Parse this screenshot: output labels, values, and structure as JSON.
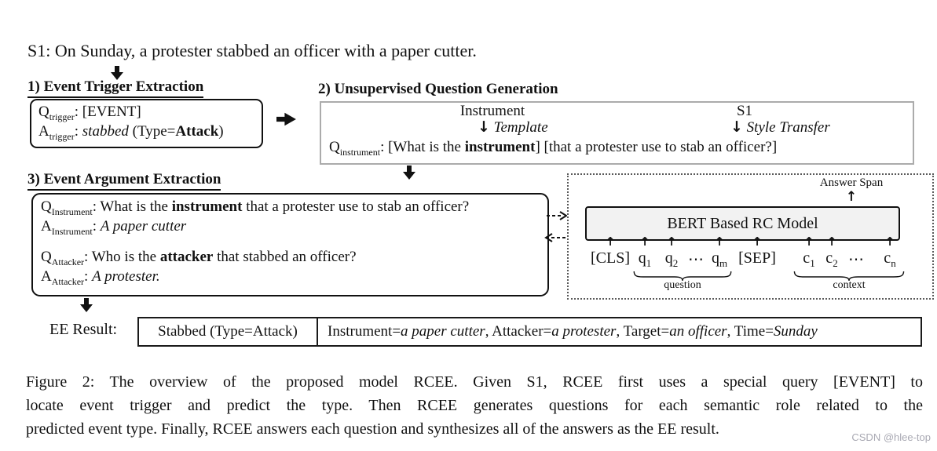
{
  "sentence": "S1: On Sunday, a protester stabbed an officer with a paper cutter.",
  "step1": {
    "heading": "1) Event Trigger Extraction",
    "q_base": "Q",
    "q_sub": "trigger",
    "q_text": ": [EVENT]",
    "a_base": "A",
    "a_sub": "trigger",
    "a_colon": ": ",
    "a_italic": "stabbed",
    "a_mid": " (Type=",
    "a_bold": "Attack",
    "a_end": ")"
  },
  "step2": {
    "heading": "2) Unsupervised Question Generation",
    "instrument_label": "Instrument",
    "template_arrow": "↓",
    "template_label": "Template",
    "s1_label": "S1",
    "style_arrow": "↓",
    "style_label": "Style Transfer",
    "q_base": "Q",
    "q_sub": "instrument",
    "q_colon": ": ",
    "q_open": "[What is the ",
    "q_bold": "instrument",
    "q_close": "]",
    "q_tail": " [that a protester use to stab an officer?]"
  },
  "step3": {
    "heading": "3) Event Argument Extraction",
    "q1_base": "Q",
    "q1_sub": "Instrument",
    "q1_pre": ": What is the ",
    "q1_bold": "instrument",
    "q1_post": " that a protester use to stab an officer?",
    "a1_base": "A",
    "a1_sub": "Instrument",
    "a1_colon": ": ",
    "a1_italic": "A paper cutter",
    "q2_base": "Q",
    "q2_sub": "Attacker",
    "q2_pre": ": Who is the ",
    "q2_bold": "attacker",
    "q2_post": " that stabbed an officer?",
    "a2_base": "A",
    "a2_sub": "Attacker",
    "a2_colon": ": ",
    "a2_italic": "A protester."
  },
  "rc_model": {
    "answer_span_label": "Answer Span",
    "up_arrow": "↑",
    "title": "BERT Based RC Model",
    "question_label": "question",
    "context_label": "context",
    "tokens": [
      {
        "t": "[CLS]",
        "sub": ""
      },
      {
        "t": "q",
        "sub": "1"
      },
      {
        "t": "q",
        "sub": "2"
      },
      {
        "t": "⋯",
        "sub": ""
      },
      {
        "t": "q",
        "sub": "m"
      },
      {
        "t": "[SEP]",
        "sub": ""
      },
      {
        "t": "c",
        "sub": "1"
      },
      {
        "t": "c",
        "sub": "2"
      },
      {
        "t": "⋯",
        "sub": ""
      },
      {
        "t": "c",
        "sub": "n"
      }
    ]
  },
  "ee_result": {
    "label": "EE Result:",
    "trigger_cell": "Stabbed (Type=Attack)",
    "k1": "Instrument=",
    "v1": "a paper cutter",
    "s1": ", ",
    "k2": "Attacker=",
    "v2": "a protester",
    "s2": ", ",
    "k3": "Target=",
    "v3": "an officer",
    "s3": ", ",
    "k4": "Time=",
    "v4": "Sunday"
  },
  "caption": {
    "lines": [
      "Figure 2: The overview of the proposed model RCEE. Given S1, RCEE first uses a special query [EVENT] to",
      "locate event trigger and predict the type. Then RCEE generates questions for each semantic role related to the",
      "predicted event type. Finally, RCEE answers each question and synthesizes all of the answers as the EE result."
    ]
  },
  "watermark": "CSDN @hlee-top",
  "colors": {
    "bert_box_fill": "#f2f2f2",
    "watermark_text": "#a9a9b3",
    "box_border": "#111111"
  }
}
